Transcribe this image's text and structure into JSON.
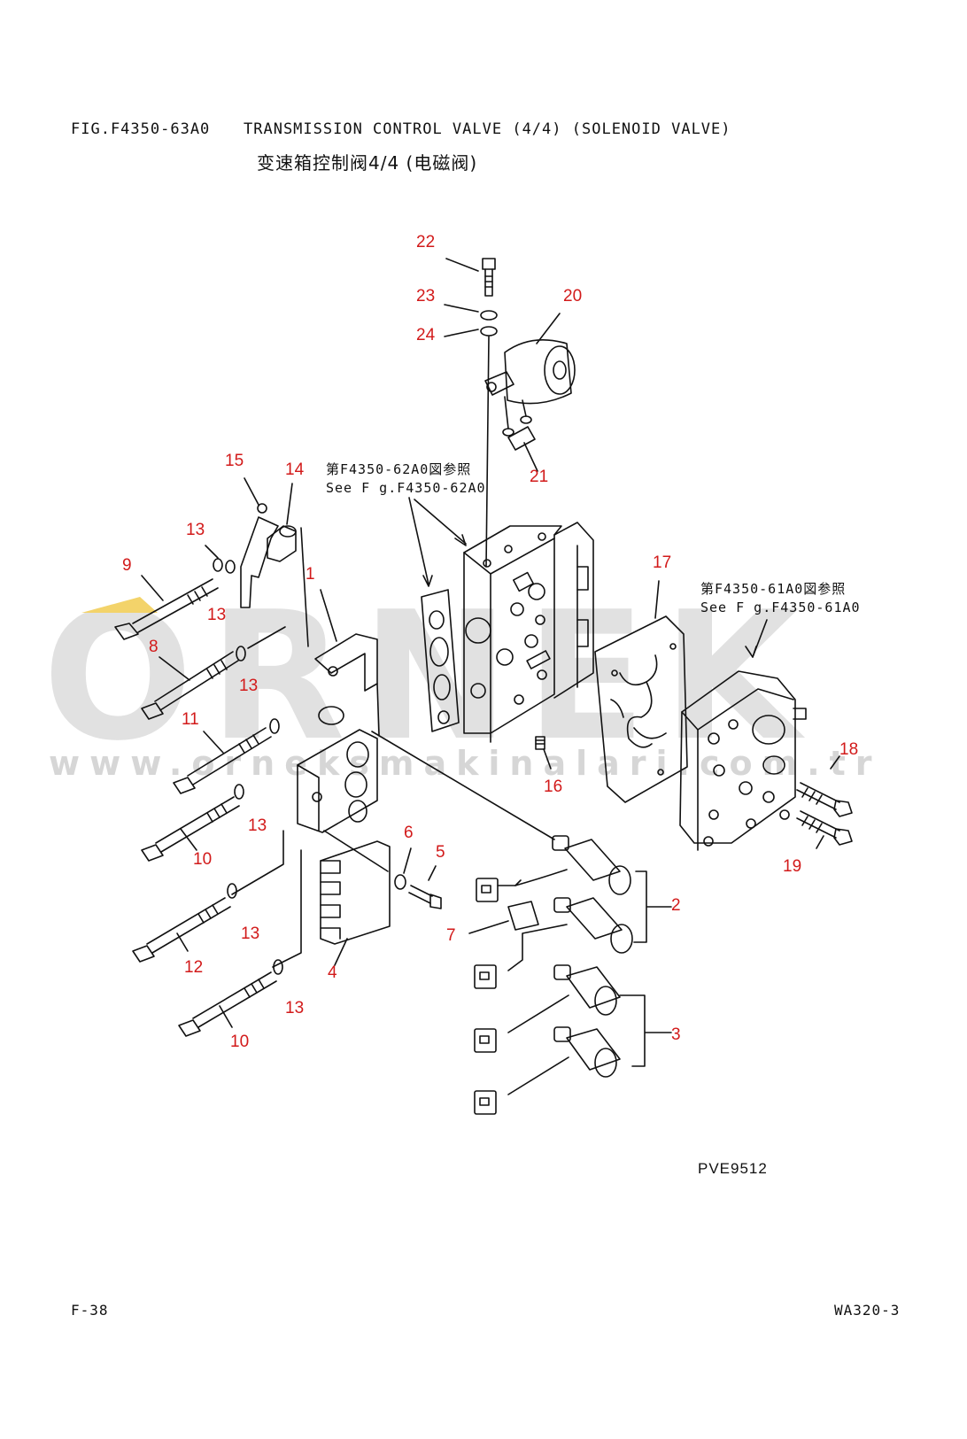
{
  "header": {
    "fig_code": "FIG.F4350-63A0",
    "title": "TRANSMISSION CONTROL VALVE (4/4) (SOLENOID VALVE)",
    "title_cn": "变速箱控制阀4/4 (电磁阀)"
  },
  "references": {
    "ref1_line1": "第F4350-62A0図参照",
    "ref1_line2": "See F g.F4350-62A0",
    "ref2_line1": "第F4350-61A0図参照",
    "ref2_line2": "See F g.F4350-61A0"
  },
  "watermark": {
    "brand": "ORNEK",
    "url": "www.orneksmakinalari.com.tr"
  },
  "drawing_code": "PVE9512",
  "footer": {
    "page": "F-38",
    "model": "WA320-3"
  },
  "callouts": [
    "1",
    "2",
    "3",
    "4",
    "5",
    "6",
    "7",
    "8",
    "9",
    "10",
    "10",
    "11",
    "12",
    "13",
    "13",
    "13",
    "13",
    "13",
    "13",
    "14",
    "15",
    "16",
    "17",
    "18",
    "19",
    "20",
    "21",
    "22",
    "23",
    "24"
  ],
  "colors": {
    "callout": "#d21a1a",
    "line": "#111111",
    "watermark": "#e1e1e1",
    "watermark_accent": "#f3d36a"
  }
}
